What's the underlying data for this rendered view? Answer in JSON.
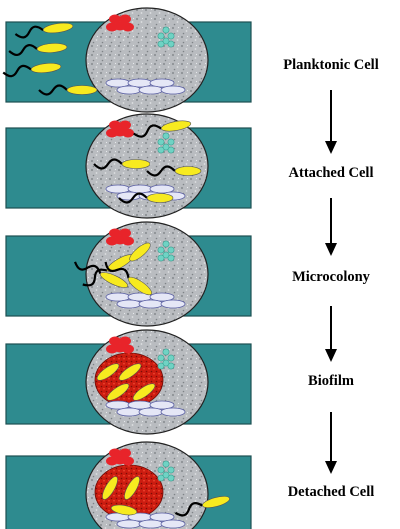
{
  "colors": {
    "band": "#2e8b8f",
    "band_stroke": "#1d4f52",
    "cell_fill": "#b9bcc0",
    "cell_stroke": "#222222",
    "bacterium": "#f7ea1f",
    "red_cluster": "#e8242a",
    "cyan_cluster": "#6fd3c4",
    "lavender": "#e5e7f6",
    "matrix": "#cc1c10",
    "arrow": "#000000"
  },
  "stages": [
    {
      "label": "Planktonic Cell"
    },
    {
      "label": "Attached Cell"
    },
    {
      "label": "Microcolony"
    },
    {
      "label": "Biofilm"
    },
    {
      "label": "Detached Cell"
    }
  ]
}
